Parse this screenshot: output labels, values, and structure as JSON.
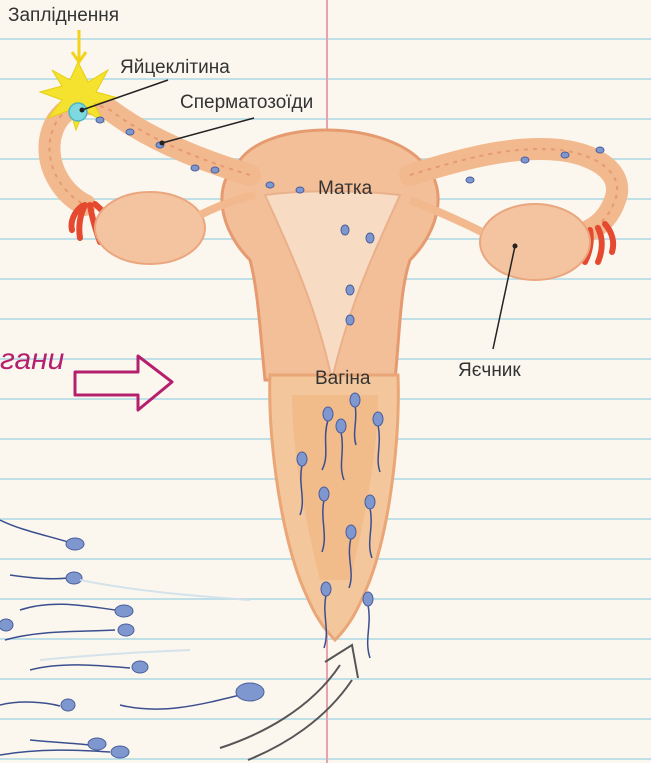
{
  "labels": {
    "fertilization": "Запліднення",
    "egg_cell": "Яйцеклітина",
    "sperm": "Сперматозоїди",
    "uterus": "Матка",
    "vagina": "Вагіна",
    "ovary": "Яєчник",
    "partial_word": "гани"
  },
  "colors": {
    "tissue": "#f2b98f",
    "tissue_dark": "#e9966c",
    "fimbriae": "#e5492f",
    "egg": "#7dd8e0",
    "burst": "#f4e22f",
    "sperm_head": "#7f97cf",
    "arrow": "#b5206e",
    "paper_line": "#bfe0e6",
    "margin_line": "#e7a3ad"
  }
}
